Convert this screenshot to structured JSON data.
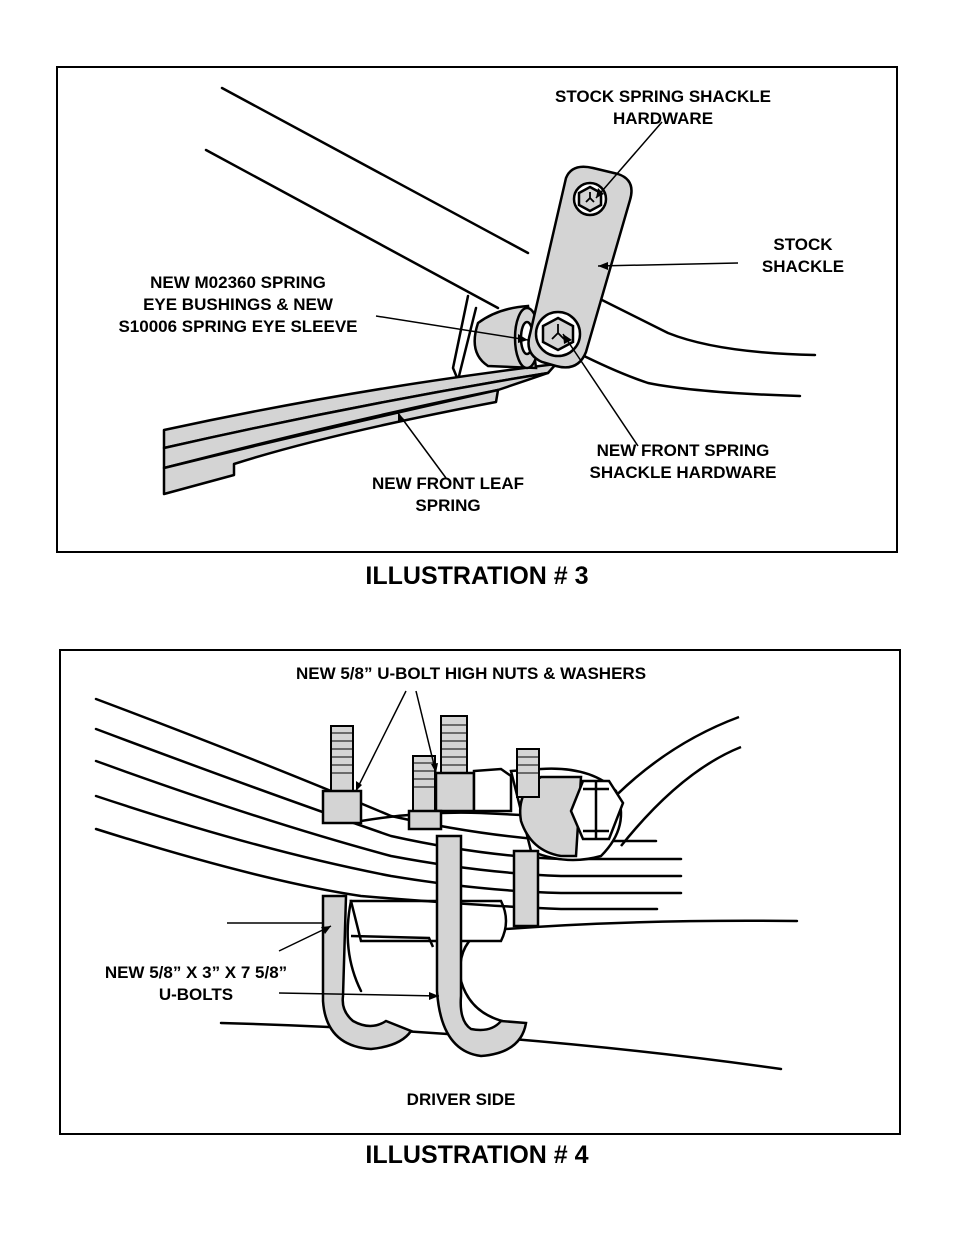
{
  "illustration3": {
    "caption": "ILLUSTRATION # 3",
    "labels": {
      "stock_hardware_1": "STOCK SPRING SHACKLE",
      "stock_hardware_2": "HARDWARE",
      "stock_shackle_1": "STOCK",
      "stock_shackle_2": "SHACKLE",
      "bushings_1": "NEW M02360 SPRING",
      "bushings_2": "EYE BUSHINGS & NEW",
      "bushings_3": "S10006 SPRING EYE SLEEVE",
      "new_hardware_1": "NEW FRONT SPRING",
      "new_hardware_2": "SHACKLE HARDWARE",
      "leaf_spring_1": "NEW FRONT LEAF",
      "leaf_spring_2": "SPRING"
    }
  },
  "illustration4": {
    "caption": "ILLUSTRATION # 4",
    "labels": {
      "nuts": "NEW 5/8” U-BOLT HIGH NUTS & WASHERS",
      "ubolts_1": "NEW 5/8” X 3” X 7 5/8”",
      "ubolts_2": "U-BOLTS",
      "side": "DRIVER SIDE"
    }
  },
  "colors": {
    "part_fill": "#d4d4d4",
    "line": "#000000",
    "background": "#ffffff"
  }
}
